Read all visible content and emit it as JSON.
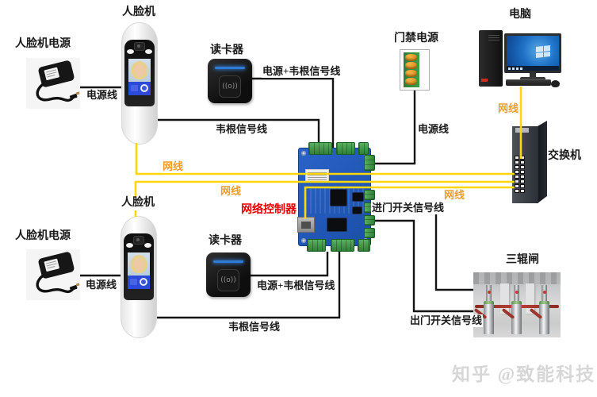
{
  "colors": {
    "wire_black": "#141414",
    "wire_yellow": "#ffd60a",
    "net_label_orange": "#ef9d2a",
    "controller_label_red": "#e60000",
    "watermark_gray": "#d7d7d7"
  },
  "devices": {
    "face_machine_top": {
      "label": "人脸机"
    },
    "face_power_top": {
      "label": "人脸机电源"
    },
    "reader_top": {
      "label": "读卡器",
      "icon_glyph": "((o))"
    },
    "door_power": {
      "label": "门禁电源"
    },
    "computer": {
      "label": "电脑"
    },
    "switch": {
      "label": "交换机"
    },
    "controller": {
      "label": "网络控制器"
    },
    "face_machine_bottom": {
      "label": "人脸机"
    },
    "face_power_bottom": {
      "label": "人脸机电源"
    },
    "reader_bottom": {
      "label": "读卡器",
      "icon_glyph": "((o))"
    },
    "turnstile": {
      "label": "三辊闸"
    }
  },
  "wires": {
    "power_top": "电源线",
    "wiegand_top": "韦根信号线",
    "power_wiegand_top": "电源+韦根信号线",
    "door_power_line": "电源线",
    "net_face_top": "网线",
    "net_face_bottom": "网线",
    "net_controller": "网线",
    "net_pc": "网线",
    "entry_switch_signal": "进门开关信号线",
    "exit_switch_signal": "出门开关信号线",
    "power_bottom": "电源线",
    "wiegand_bottom": "韦根信号线",
    "power_wiegand_bottom": "电源+韦根信号线"
  },
  "watermark": {
    "text": "知乎 @致能科技"
  }
}
